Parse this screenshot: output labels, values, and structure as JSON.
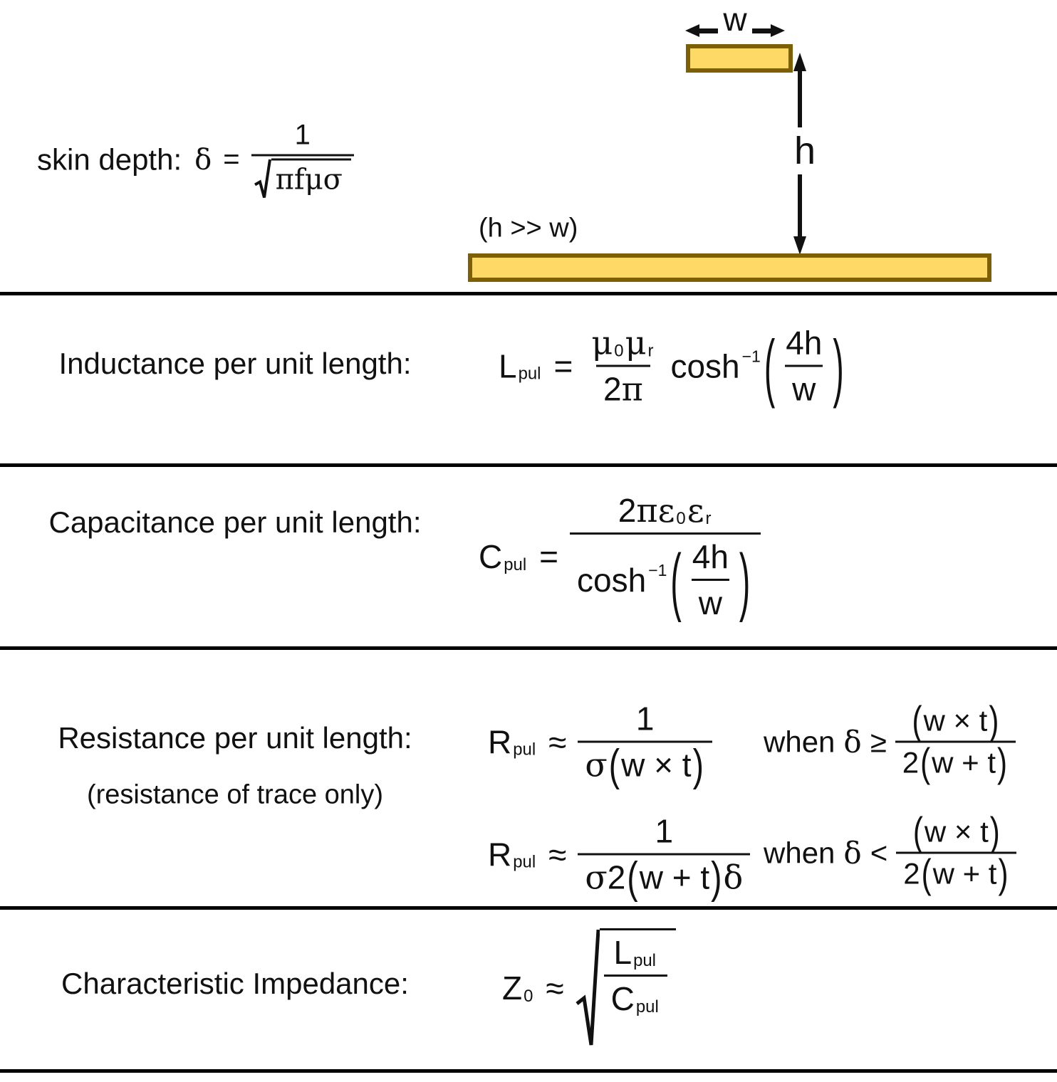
{
  "colors": {
    "trace_fill": "#FFD966",
    "trace_border": "#7D5F04",
    "text": "#111111",
    "divider": "#000000"
  },
  "diagram": {
    "w_label": "w",
    "h_label": "h",
    "condition_note": "(h >> w)"
  },
  "skin_depth": {
    "label": "skin depth:",
    "lhs": "δ",
    "relation": "=",
    "numerator": "1",
    "radicand": "πfμσ"
  },
  "inductance": {
    "label": "Inductance per unit length:",
    "symbol": "L",
    "symbol_sub": "pul",
    "relation": "=",
    "mu1": "μ",
    "mu1_sub": "0",
    "mu2": "μ",
    "mu2_sub": "r",
    "den_coef": "2",
    "den_pi": "π",
    "func": "cosh",
    "func_sup": "−1",
    "open_paren": "(",
    "arg_num": "4h",
    "arg_den": "w",
    "close_paren": ")"
  },
  "capacitance": {
    "label": "Capacitance per unit length:",
    "symbol": "C",
    "symbol_sub": "pul",
    "relation": "=",
    "num_coef": "2",
    "num_pi": "π",
    "eps1": "ε",
    "eps1_sub": "0",
    "eps2": "ε",
    "eps2_sub": "r",
    "func": "cosh",
    "func_sup": "−1",
    "open_paren": "(",
    "arg_num": "4h",
    "arg_den": "w",
    "close_paren": ")"
  },
  "resistance": {
    "label": "Resistance per unit length:",
    "sublabel": "(resistance of trace only)",
    "rows": [
      {
        "symbol": "R",
        "symbol_sub": "pul",
        "relation": "≈",
        "num": "1",
        "den_sigma": "σ",
        "den_coef": "",
        "den_open": "(",
        "den_inner": "w × t",
        "den_close": ")",
        "den_delta": "",
        "when_word": "when",
        "when_delta": "δ",
        "when_cmp": "≥",
        "cond_num_open": "(",
        "cond_num_inner": "w × t",
        "cond_num_close": ")",
        "cond_den_coef": "2",
        "cond_den_open": "(",
        "cond_den_inner": "w + t",
        "cond_den_close": ")"
      },
      {
        "symbol": "R",
        "symbol_sub": "pul",
        "relation": "≈",
        "num": "1",
        "den_sigma": "σ",
        "den_coef": "2",
        "den_open": "(",
        "den_inner": "w + t",
        "den_close": ")",
        "den_delta": "δ",
        "when_word": "when",
        "when_delta": "δ",
        "when_cmp": "<",
        "cond_num_open": "(",
        "cond_num_inner": "w × t",
        "cond_num_close": ")",
        "cond_den_coef": "2",
        "cond_den_open": "(",
        "cond_den_inner": "w + t",
        "cond_den_close": ")"
      }
    ]
  },
  "impedance": {
    "label": "Characteristic Impedance:",
    "symbol": "Z",
    "symbol_sub": "0",
    "relation": "≈",
    "num_sym": "L",
    "num_sub": "pul",
    "den_sym": "C",
    "den_sub": "pul"
  }
}
